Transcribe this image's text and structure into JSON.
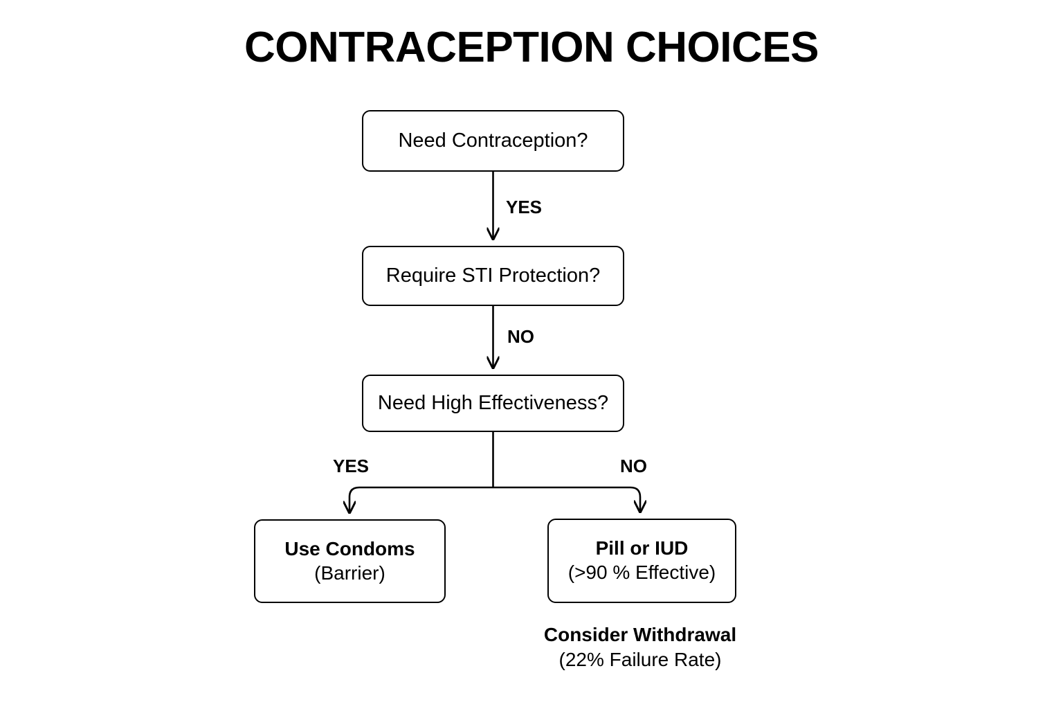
{
  "title": "CONTRACEPTION CHOICES",
  "colors": {
    "background": "#ffffff",
    "stroke": "#000000",
    "text": "#000000"
  },
  "chart_data": {
    "type": "diagram",
    "title": "CONTRACEPTION CHOICES",
    "nodes": [
      {
        "id": "need-contraception",
        "label": "Need Contraception?",
        "shape": "rounded-rect",
        "style": "decision"
      },
      {
        "id": "sti-protection",
        "label": "Require STI Protection?",
        "shape": "rounded-rect",
        "style": "decision"
      },
      {
        "id": "high-effectiveness",
        "label": "Need High Effectiveness?",
        "shape": "rounded-rect",
        "style": "decision"
      },
      {
        "id": "use-condoms",
        "label": "Use Condoms",
        "sublabel": "(Barrier)",
        "shape": "rounded-rect",
        "style": "terminal"
      },
      {
        "id": "pill-or-iud",
        "label": "Pill or IUD",
        "sublabel": "(>90 % Effective)",
        "shape": "rounded-rect",
        "style": "terminal"
      }
    ],
    "edges": [
      {
        "from": "need-contraception",
        "to": "sti-protection",
        "label": "YES"
      },
      {
        "from": "sti-protection",
        "to": "high-effectiveness",
        "label": "NO"
      },
      {
        "from": "high-effectiveness",
        "to": "use-condoms",
        "label": "YES"
      },
      {
        "from": "high-effectiveness",
        "to": "pill-or-iud",
        "label": "NO"
      }
    ],
    "annotations": [
      {
        "id": "withdrawal-note",
        "line1": "Consider Withdrawal",
        "line2": "(22% Failure Rate)"
      }
    ]
  },
  "nodes": {
    "need_contraception": {
      "label": "Need Contraception?"
    },
    "sti_protection": {
      "label": "Require STI Protection?"
    },
    "high_effectiveness": {
      "label": "Need High Effectiveness?"
    },
    "use_condoms": {
      "label": "Use Condoms",
      "sublabel": "(Barrier)"
    },
    "pill_or_iud": {
      "label": "Pill or IUD",
      "sublabel": "(>90 % Effective)"
    }
  },
  "edge_labels": {
    "yes_1": "YES",
    "no_1": "NO",
    "yes_2": "YES",
    "no_2": "NO"
  },
  "footnote": {
    "line1": "Consider Withdrawal",
    "line2": "(22% Failure Rate)"
  }
}
